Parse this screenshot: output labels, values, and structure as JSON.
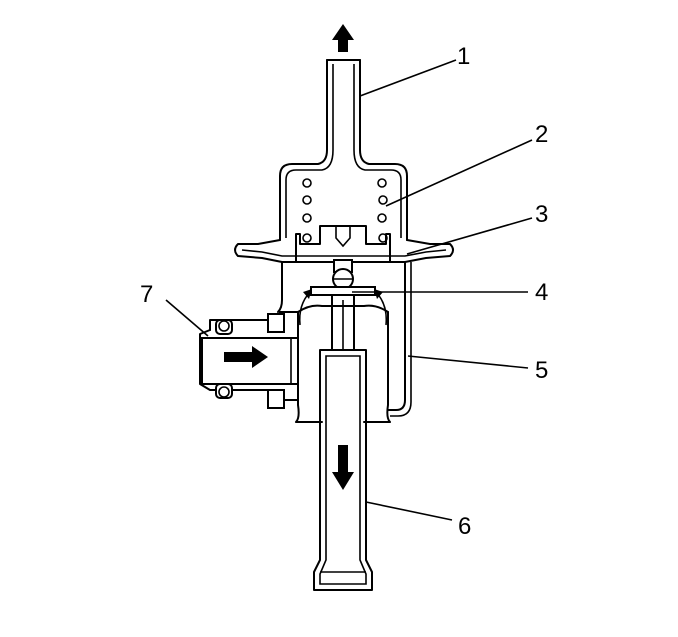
{
  "callouts": [
    {
      "id": "1",
      "label": "1"
    },
    {
      "id": "2",
      "label": "2"
    },
    {
      "id": "3",
      "label": "3"
    },
    {
      "id": "4",
      "label": "4"
    },
    {
      "id": "5",
      "label": "5"
    },
    {
      "id": "6",
      "label": "6"
    },
    {
      "id": "7",
      "label": "7"
    }
  ],
  "icons": {
    "flow_out_arrow": "up-arrow-icon",
    "flow_in_arrow": "right-arrow-icon",
    "flow_down_arrow": "down-arrow-icon"
  },
  "colors": {
    "line": "#000000",
    "background": "#ffffff"
  }
}
